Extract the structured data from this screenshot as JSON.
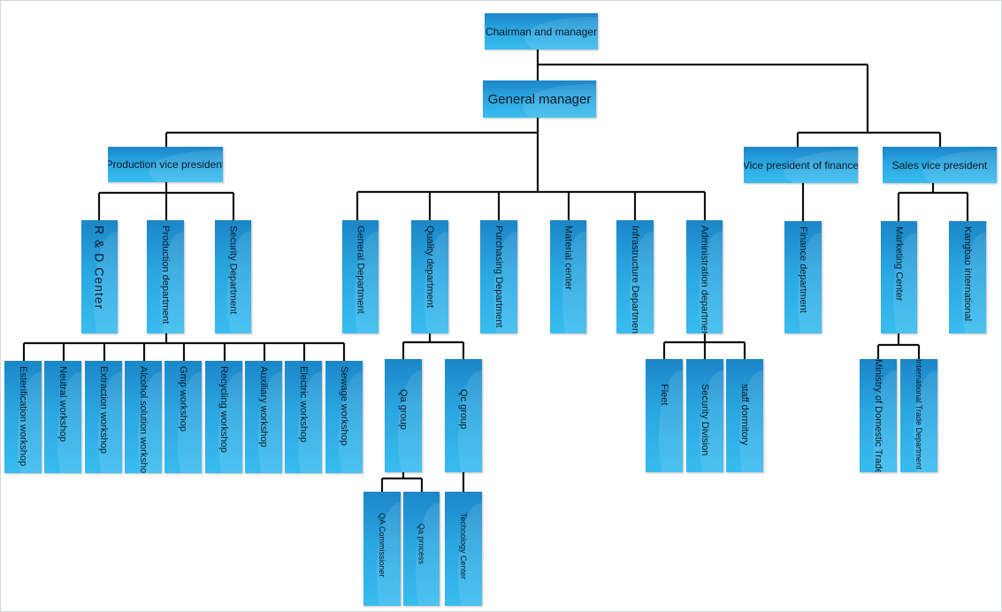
{
  "org": {
    "chairman": "Chairman and manager",
    "general_manager": "General manager",
    "production_vp": "Production vice president",
    "finance_vp": "Vice president of finance",
    "sales_vp": "Sales vice president",
    "rd_center": "R & D Center",
    "production_department": "Production department",
    "security_department": "Security Department",
    "general_department": "General Department",
    "quality_department": "Quality department",
    "purchasing_department": "Purchasing Department",
    "material_center": "Material center",
    "infrastructure_department": "Infrastructure Department",
    "administration_department": "Administration department",
    "finance_department": "Finance department",
    "marketing_center": "Marketing Center",
    "kangbao_international": "Kangbao international",
    "esterification_workshop": "Esterification workshop",
    "neutral_workshop": "Neutral workshop",
    "extraction_workshop": "Extraction workshop",
    "alcohol_workshop": "Alcohol solution workshop",
    "gmp_workshop": "Gmp workshop",
    "recycling_workshop": "Recycling workshop",
    "auxiliary_workshop": "Auxiliary workshop",
    "electric_workshop": "Electric workshop",
    "sewage_workshop": "Sewage workshop",
    "qa_group": "Qa group",
    "qc_group": "Qc group",
    "fleet": "Fleet",
    "security_division": "Security Division",
    "staff_dormitory": "staff dormitory",
    "domestic_trade": "Ministry of Domestic Trade",
    "international_trade": "International Trade Department",
    "qa_commissioner": "QA Commissioner",
    "qa_process": "Qa process",
    "technology_center": "Technology Center"
  }
}
